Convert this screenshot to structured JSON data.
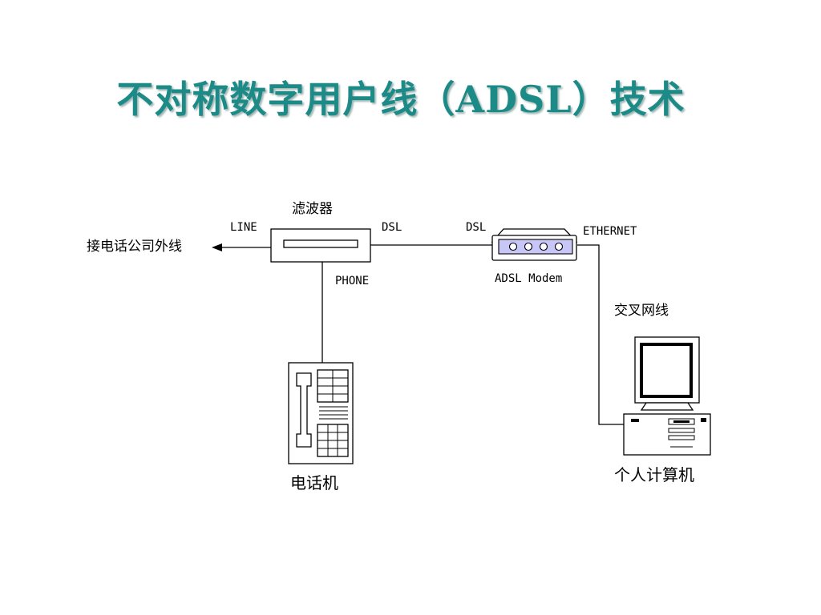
{
  "slide": {
    "title": "不对称数字用户线（ADSL）技术"
  },
  "diagram": {
    "filter_label": "滤波器",
    "phone_company_label": "接电话公司外线",
    "line_port": "LINE",
    "filter_dsl_port": "DSL",
    "phone_port": "PHONE",
    "modem_dsl_port": "DSL",
    "ethernet_port": "ETHERNET",
    "modem_label": "ADSL Modem",
    "crossover_cable_label": "交叉网线",
    "telephone_label": "电话机",
    "computer_label": "个人计算机"
  },
  "colors": {
    "title": "#1c8a86",
    "modem_panel": "#c8c6f6"
  }
}
